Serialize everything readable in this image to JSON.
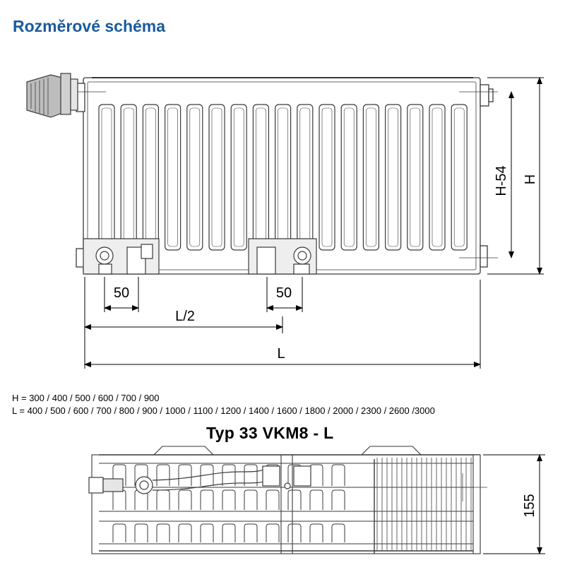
{
  "title": "Rozměrové schéma",
  "front_view": {
    "dim_labels": {
      "left_offset": "50",
      "middle_offset": "50",
      "half_length": "L/2",
      "length": "L",
      "height_minus": "H-54",
      "height": "H"
    }
  },
  "dimensions": {
    "heights": "H = 300 / 400 / 500 / 600 / 700 / 900",
    "lengths": "L = 400 / 500 / 600 / 700 / 800 / 900 / 1000 / 1100 / 1200 / 1400 / 1600 / 1800 / 2000 / 2300 / 2600 /3000"
  },
  "top_view": {
    "type_title": "Typ 33 VKM8 - L",
    "depth_label": "155"
  },
  "colors": {
    "title": "#1a5b9b",
    "line": "#3a3a3a",
    "fill_light": "#e6e6e6"
  }
}
